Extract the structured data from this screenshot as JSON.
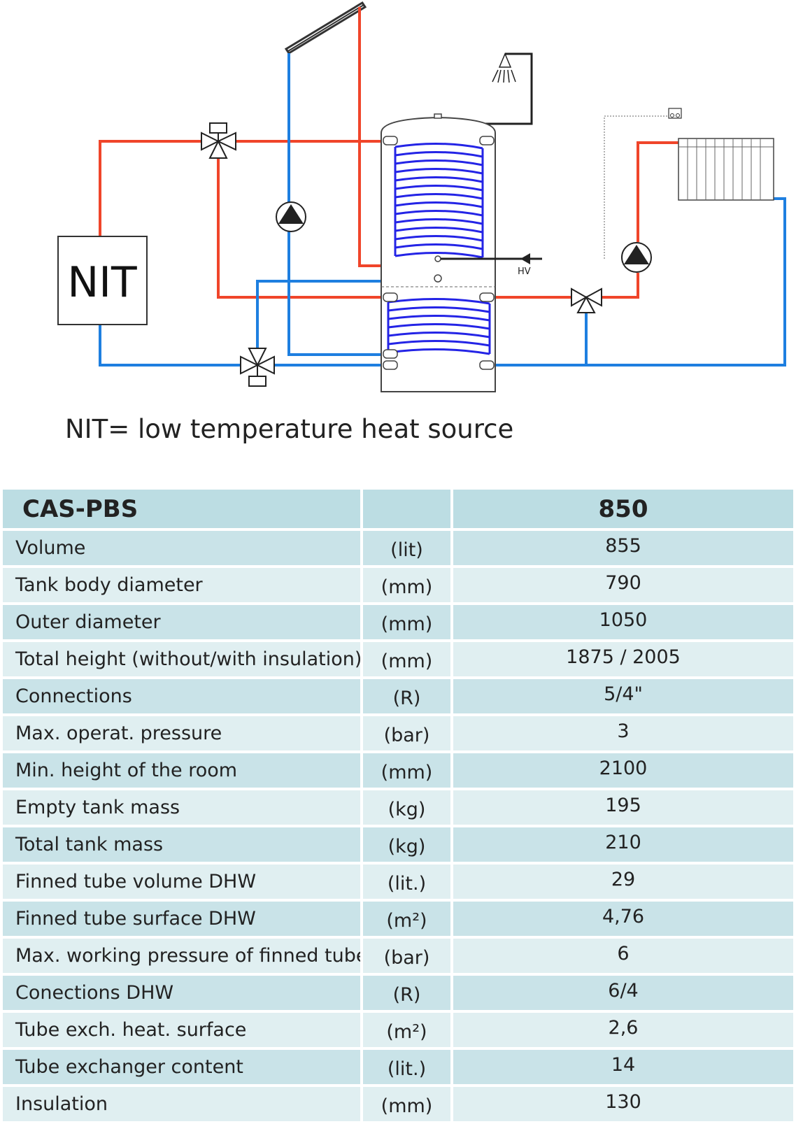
{
  "diagram": {
    "nit_box_label": "NIT",
    "hv_label": "HV",
    "colors": {
      "hot": "#f0452a",
      "cold": "#1e7fe0",
      "coil": "#2424e6"
    }
  },
  "caption": "NIT= low temperature heat source",
  "table": {
    "model": "CAS-PBS",
    "model_size": "850",
    "rows": [
      {
        "label": "Volume",
        "unit": "(lit)",
        "value": "855"
      },
      {
        "label": "Tank body diameter",
        "unit": "(mm)",
        "value": "790"
      },
      {
        "label": "Outer diameter",
        "unit": "(mm)",
        "value": "1050"
      },
      {
        "label": "Total height (without/with insulation)",
        "unit": "(mm)",
        "value": "1875 / 2005"
      },
      {
        "label": "Connections",
        "unit": "(R)",
        "value": "5/4\""
      },
      {
        "label": "Max. operat. pressure",
        "unit": "(bar)",
        "value": "3"
      },
      {
        "label": "Min. height of the room",
        "unit": "(mm)",
        "value": "2100"
      },
      {
        "label": "Empty tank mass",
        "unit": "(kg)",
        "value": "195"
      },
      {
        "label": "Total tank mass",
        "unit": "(kg)",
        "value": "210"
      },
      {
        "label": "Finned tube volume DHW",
        "unit": "(lit.)",
        "value": "29"
      },
      {
        "label": "Finned tube surface DHW",
        "unit": "(m²)",
        "value": "4,76"
      },
      {
        "label": "Max. working pressure of finned tube",
        "unit": "(bar)",
        "value": "6"
      },
      {
        "label": "Conections DHW",
        "unit": "(R)",
        "value": "6/4"
      },
      {
        "label": "Tube exch. heat. surface",
        "unit": "(m²)",
        "value": "2,6"
      },
      {
        "label": "Tube exchanger content",
        "unit": "(lit.)",
        "value": "14"
      },
      {
        "label": "Insulation",
        "unit": "(mm)",
        "value": "130"
      }
    ]
  }
}
